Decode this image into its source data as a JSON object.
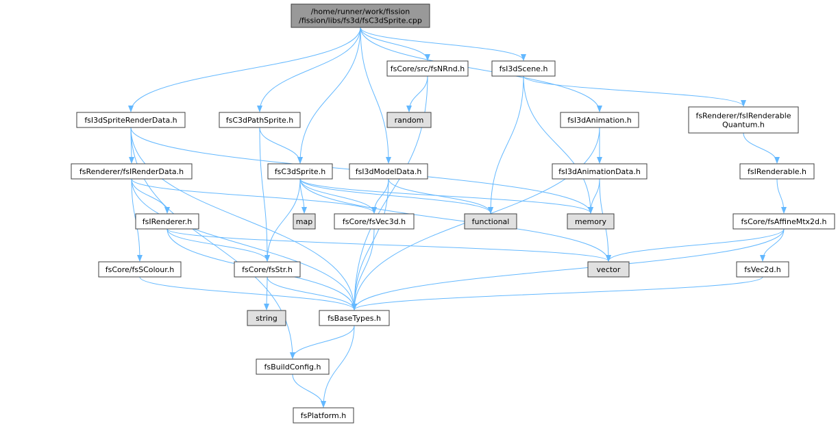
{
  "title": "",
  "colors": {
    "edge": "#63b8ff",
    "root_fill": "#999999",
    "node_fill": "#ffffff",
    "system_fill": "#e0e0e0",
    "border": "#3c3c3c",
    "text": "#000000"
  },
  "nodes": {
    "root": {
      "lines": [
        "/home/runner/work/fission",
        "/fission/libs/fs3d/fsC3dSprite.cpp"
      ],
      "kind": "root"
    },
    "spriteRenderData": {
      "lines": [
        "fsI3dSpriteRenderData.h"
      ],
      "kind": "file"
    },
    "pathSprite": {
      "lines": [
        "fsC3dPathSprite.h"
      ],
      "kind": "file"
    },
    "c3dSprite": {
      "lines": [
        "fsC3dSprite.h"
      ],
      "kind": "file"
    },
    "modelData": {
      "lines": [
        "fsI3dModelData.h"
      ],
      "kind": "file"
    },
    "nrnd": {
      "lines": [
        "fsCore/src/fsNRnd.h"
      ],
      "kind": "file"
    },
    "scene": {
      "lines": [
        "fsI3dScene.h"
      ],
      "kind": "file"
    },
    "animation": {
      "lines": [
        "fsI3dAnimation.h"
      ],
      "kind": "file"
    },
    "renderableQuantum": {
      "lines": [
        "fsRenderer/fsIRenderable",
        "Quantum.h"
      ],
      "kind": "file"
    },
    "random": {
      "lines": [
        "random"
      ],
      "kind": "system"
    },
    "renderData": {
      "lines": [
        "fsRenderer/fsIRenderData.h"
      ],
      "kind": "file"
    },
    "animationData": {
      "lines": [
        "fsI3dAnimationData.h"
      ],
      "kind": "file"
    },
    "renderable": {
      "lines": [
        "fsIRenderable.h"
      ],
      "kind": "file"
    },
    "map": {
      "lines": [
        "map"
      ],
      "kind": "system"
    },
    "vec3d": {
      "lines": [
        "fsCore/fsVec3d.h"
      ],
      "kind": "file"
    },
    "functional": {
      "lines": [
        "functional"
      ],
      "kind": "system"
    },
    "memory": {
      "lines": [
        "memory"
      ],
      "kind": "system"
    },
    "renderer": {
      "lines": [
        "fsIRenderer.h"
      ],
      "kind": "file"
    },
    "affine": {
      "lines": [
        "fsCore/fsAffineMtx2d.h"
      ],
      "kind": "file"
    },
    "scolour": {
      "lines": [
        "fsCore/fsSColour.h"
      ],
      "kind": "file"
    },
    "str": {
      "lines": [
        "fsCore/fsStr.h"
      ],
      "kind": "file"
    },
    "vector": {
      "lines": [
        "vector"
      ],
      "kind": "system"
    },
    "vec2d": {
      "lines": [
        "fsVec2d.h"
      ],
      "kind": "file"
    },
    "string": {
      "lines": [
        "string"
      ],
      "kind": "system"
    },
    "baseTypes": {
      "lines": [
        "fsBaseTypes.h"
      ],
      "kind": "file"
    },
    "buildConfig": {
      "lines": [
        "fsBuildConfig.h"
      ],
      "kind": "file"
    },
    "platform": {
      "lines": [
        "fsPlatform.h"
      ],
      "kind": "file"
    }
  },
  "edges": [
    [
      "root",
      "spriteRenderData"
    ],
    [
      "root",
      "pathSprite"
    ],
    [
      "root",
      "c3dSprite"
    ],
    [
      "root",
      "modelData"
    ],
    [
      "root",
      "nrnd"
    ],
    [
      "root",
      "scene"
    ],
    [
      "root",
      "animation"
    ],
    [
      "spriteRenderData",
      "renderData"
    ],
    [
      "spriteRenderData",
      "memory"
    ],
    [
      "spriteRenderData",
      "baseTypes"
    ],
    [
      "spriteRenderData",
      "buildConfig"
    ],
    [
      "pathSprite",
      "c3dSprite"
    ],
    [
      "pathSprite",
      "str"
    ],
    [
      "c3dSprite",
      "map"
    ],
    [
      "c3dSprite",
      "vec3d"
    ],
    [
      "c3dSprite",
      "functional"
    ],
    [
      "c3dSprite",
      "memory"
    ],
    [
      "c3dSprite",
      "vector"
    ],
    [
      "c3dSprite",
      "str"
    ],
    [
      "modelData",
      "vec3d"
    ],
    [
      "modelData",
      "functional"
    ],
    [
      "modelData",
      "baseTypes"
    ],
    [
      "nrnd",
      "random"
    ],
    [
      "nrnd",
      "baseTypes"
    ],
    [
      "scene",
      "functional"
    ],
    [
      "scene",
      "memory"
    ],
    [
      "scene",
      "renderableQuantum"
    ],
    [
      "animation",
      "animationData"
    ],
    [
      "animation",
      "baseTypes"
    ],
    [
      "animationData",
      "memory"
    ],
    [
      "animationData",
      "vector"
    ],
    [
      "renderableQuantum",
      "renderable"
    ],
    [
      "renderable",
      "affine"
    ],
    [
      "affine",
      "vector"
    ],
    [
      "affine",
      "vec2d"
    ],
    [
      "affine",
      "baseTypes"
    ],
    [
      "renderData",
      "renderer"
    ],
    [
      "renderData",
      "scolour"
    ],
    [
      "renderData",
      "vec3d"
    ],
    [
      "renderData",
      "baseTypes"
    ],
    [
      "renderer",
      "str"
    ],
    [
      "renderer",
      "vector"
    ],
    [
      "renderer",
      "baseTypes"
    ],
    [
      "scolour",
      "baseTypes"
    ],
    [
      "vec3d",
      "baseTypes"
    ],
    [
      "str",
      "string"
    ],
    [
      "str",
      "baseTypes"
    ],
    [
      "vec2d",
      "baseTypes"
    ],
    [
      "baseTypes",
      "buildConfig"
    ],
    [
      "baseTypes",
      "platform"
    ],
    [
      "buildConfig",
      "platform"
    ]
  ]
}
